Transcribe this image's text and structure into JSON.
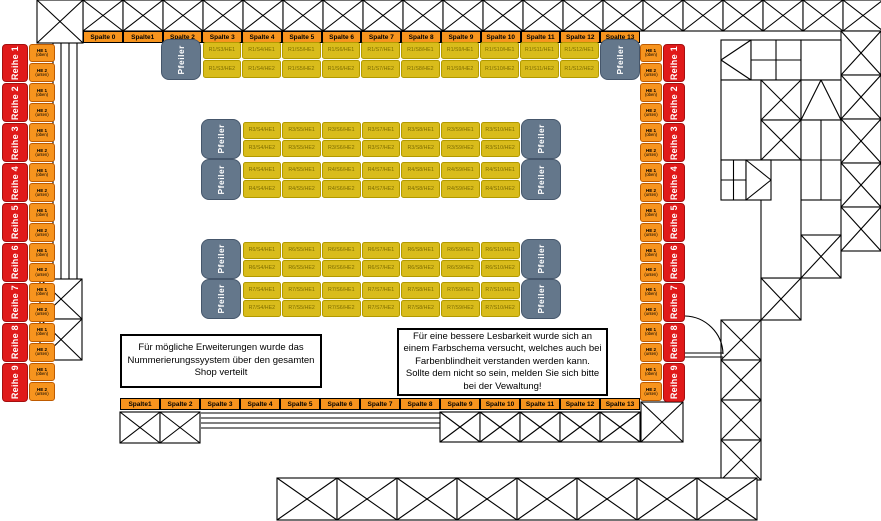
{
  "diagram": {
    "top_header": [
      "Spalte 0",
      "Spalte1",
      "Spalte 2",
      "Spalte 3",
      "Spalte 4",
      "Spalte 5",
      "Spalte 6",
      "Spalte 7",
      "Spalte 8",
      "Spalte 9",
      "Spalte 10",
      "Spalte 11",
      "Spalte 12",
      "Spalte 13"
    ],
    "bottom_header": [
      "Spalte1",
      "Spalte 2",
      "Spalte 3",
      "Spalte 4",
      "Spalte 5",
      "Spalte 6",
      "Spalte 7",
      "Spalte 8",
      "Spalte 9",
      "Spalte 10",
      "Spalte 11",
      "Spalte 12",
      "Spalte 13"
    ],
    "row_labels": [
      "Reihe 1",
      "Reihe 2",
      "Reihe 3",
      "Reihe 4",
      "Reihe 5",
      "Reihe 6",
      "Reihe 7",
      "Reihe 8",
      "Reihe 9"
    ],
    "he_cells": {
      "he1_title": "HE 1",
      "he1_sub": "(oben)",
      "he2_title": "HE 2",
      "he2_sub": "(unten)"
    },
    "pillar_label": "Pfeiler",
    "shelves": [
      {
        "id": "R1",
        "he1": [
          "R1/S3/HE1",
          "R1/S4/HE1",
          "R1/S5/HE1",
          "R1/S6/HE1",
          "R1/S7/HE1",
          "R1/S8/HE1",
          "R1/S9/HE1",
          "R1/S10/HE1",
          "R1/S11/HE1",
          "R1/S12/HE1"
        ],
        "he2": [
          "R1/S3/HE2",
          "R1/S4/HE2",
          "R1/S5/HE2",
          "R1/S6/HE2",
          "R1/S7/HE2",
          "R1/S8/HE2",
          "R1/S9/HE2",
          "R1/S10/HE2",
          "R1/S11/HE2",
          "R1/S12/HE2"
        ]
      },
      {
        "id": "R3",
        "he1": [
          "R3/S4/HE1",
          "R3/S5/HE1",
          "R3/S6/HE1",
          "R3/S7/HE1",
          "R3/S8/HE1",
          "R3/S9/HE1",
          "R3/S10/HE1"
        ],
        "he2": [
          "R3/S4/HE2",
          "R3/S5/HE2",
          "R3/S6/HE2",
          "R3/S7/HE2",
          "R3/S8/HE2",
          "R3/S9/HE2",
          "R3/S10/HE2"
        ]
      },
      {
        "id": "R4",
        "he1": [
          "R4/S4/HE1",
          "R4/S5/HE1",
          "R4/S6/HE1",
          "R4/S7/HE1",
          "R4/S8/HE1",
          "R4/S9/HE1",
          "R4/S10/HE1"
        ],
        "he2": [
          "R4/S4/HE2",
          "R4/S5/HE2",
          "R4/S6/HE2",
          "R4/S7/HE2",
          "R4/S8/HE2",
          "R4/S9/HE2",
          "R4/S10/HE2"
        ]
      },
      {
        "id": "R6",
        "he1": [
          "R6/S4/HE1",
          "R6/S5/HE1",
          "R6/S6/HE1",
          "R6/S7/HE1",
          "R6/S8/HE1",
          "R6/S9/HE1",
          "R6/S10/HE1"
        ],
        "he2": [
          "R6/S4/HE2",
          "R6/S5/HE2",
          "R6/S6/HE2",
          "R6/S7/HE2",
          "R6/S8/HE2",
          "R6/S9/HE2",
          "R6/S10/HE2"
        ]
      },
      {
        "id": "R7",
        "he1": [
          "R7/S4/HE1",
          "R7/S5/HE1",
          "R7/S6/HE1",
          "R7/S7/HE1",
          "R7/S8/HE1",
          "R7/S9/HE1",
          "R7/S10/HE1"
        ],
        "he2": [
          "R7/S4/HE2",
          "R7/S5/HE2",
          "R7/S6/HE2",
          "R7/S7/HE2",
          "R7/S8/HE2",
          "R7/S9/HE2",
          "R7/S10/HE2"
        ]
      }
    ],
    "notes": {
      "left": "Für mögliche Erweiterungen wurde das Nummerierungssyystem über den gesamten Shop verteilt",
      "right": "Für eine bessere Lesbarkeit wurde sich an einem Farbschema versucht, welches auch bei Farbenblindheit verstanden werden kann. Sollte dem nicht so sein, melden Sie sich bitte bei der Vewaltung!"
    },
    "colors": {
      "column_orange": "#F7941E",
      "row_red": "#E01A1A",
      "shelf_yellow": "#D9BC1B",
      "pillar_gray": "#64778B",
      "wall_line": "#000000"
    }
  }
}
